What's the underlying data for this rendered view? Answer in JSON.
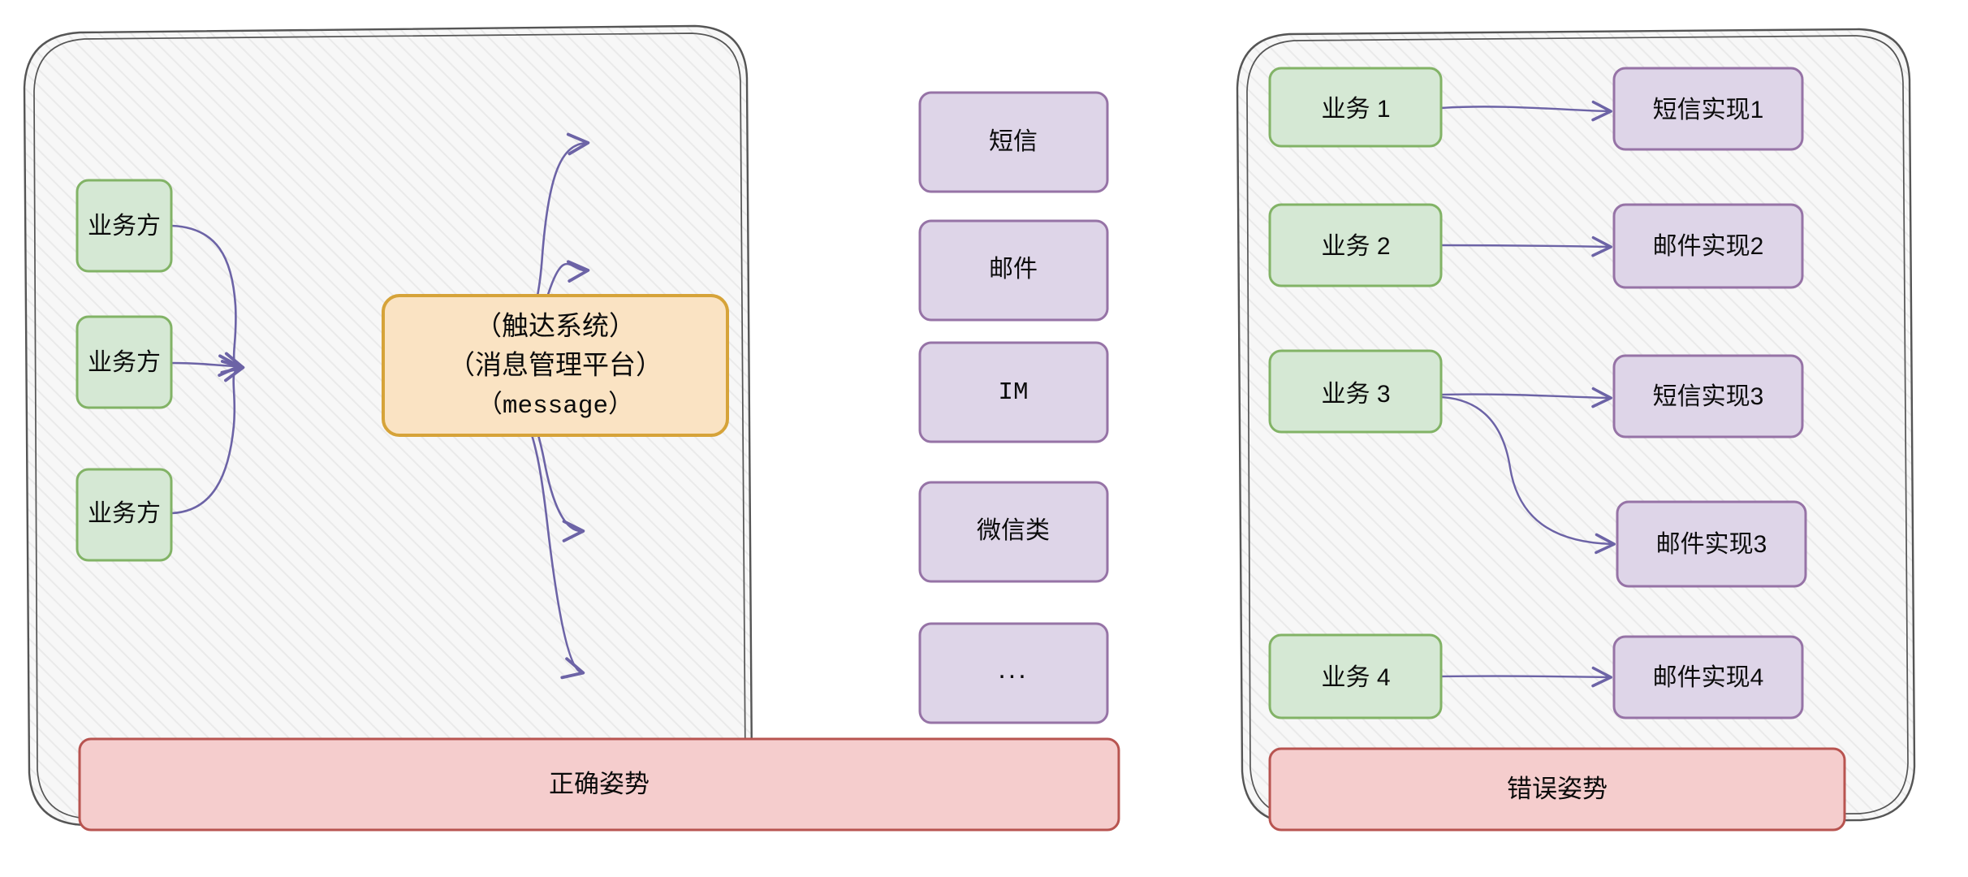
{
  "diagram": {
    "title_visible": false,
    "colors": {
      "green_fill": "#d5e8d4",
      "green_stroke": "#82b366",
      "purple_fill": "#ded5e8",
      "purple_stroke": "#9673a6",
      "orange_fill": "#fae3c3",
      "orange_stroke": "#d6a339",
      "red_fill": "#f5cdcd",
      "red_stroke": "#b85450",
      "panel_fill": "#f7f7f7",
      "panel_stroke": "#555555",
      "edge_stroke": "#6c63a6",
      "text": "#0b0b0b"
    },
    "panels": [
      {
        "id": "correct-panel",
        "banner": "正确姿势",
        "sources": [
          {
            "id": "src-1",
            "label": "业务方"
          },
          {
            "id": "src-2",
            "label": "业务方"
          },
          {
            "id": "src-3",
            "label": "业务方"
          }
        ],
        "hub": {
          "id": "hub",
          "lines": [
            "（触达系统）",
            "（消息管理平台）",
            "（message）"
          ]
        },
        "channels": [
          {
            "id": "ch-sms",
            "label": "短信"
          },
          {
            "id": "ch-mail",
            "label": "邮件"
          },
          {
            "id": "ch-im",
            "label": "IM"
          },
          {
            "id": "ch-wechat",
            "label": "微信类"
          },
          {
            "id": "ch-more",
            "label": "..."
          }
        ],
        "edges": [
          {
            "from": "src-1",
            "to": "hub"
          },
          {
            "from": "src-2",
            "to": "hub"
          },
          {
            "from": "src-3",
            "to": "hub"
          },
          {
            "from": "hub",
            "to": "ch-sms"
          },
          {
            "from": "hub",
            "to": "ch-mail"
          },
          {
            "from": "hub",
            "to": "ch-im"
          },
          {
            "from": "hub",
            "to": "ch-wechat"
          },
          {
            "from": "hub",
            "to": "ch-more"
          }
        ]
      },
      {
        "id": "wrong-panel",
        "banner": "错误姿势",
        "sources": [
          {
            "id": "biz-1",
            "label": "业务 1"
          },
          {
            "id": "biz-2",
            "label": "业务 2"
          },
          {
            "id": "biz-3",
            "label": "业务 3"
          },
          {
            "id": "biz-4",
            "label": "业务 4"
          }
        ],
        "impls": [
          {
            "id": "impl-sms1",
            "label": "短信实现1"
          },
          {
            "id": "impl-mail2",
            "label": "邮件实现2"
          },
          {
            "id": "impl-sms3",
            "label": "短信实现3"
          },
          {
            "id": "impl-mail3",
            "label": "邮件实现3"
          },
          {
            "id": "impl-mail4",
            "label": "邮件实现4"
          }
        ],
        "edges": [
          {
            "from": "biz-1",
            "to": "impl-sms1"
          },
          {
            "from": "biz-2",
            "to": "impl-mail2"
          },
          {
            "from": "biz-3",
            "to": "impl-sms3"
          },
          {
            "from": "biz-3",
            "to": "impl-mail3"
          },
          {
            "from": "biz-4",
            "to": "impl-mail4"
          }
        ]
      }
    ]
  }
}
